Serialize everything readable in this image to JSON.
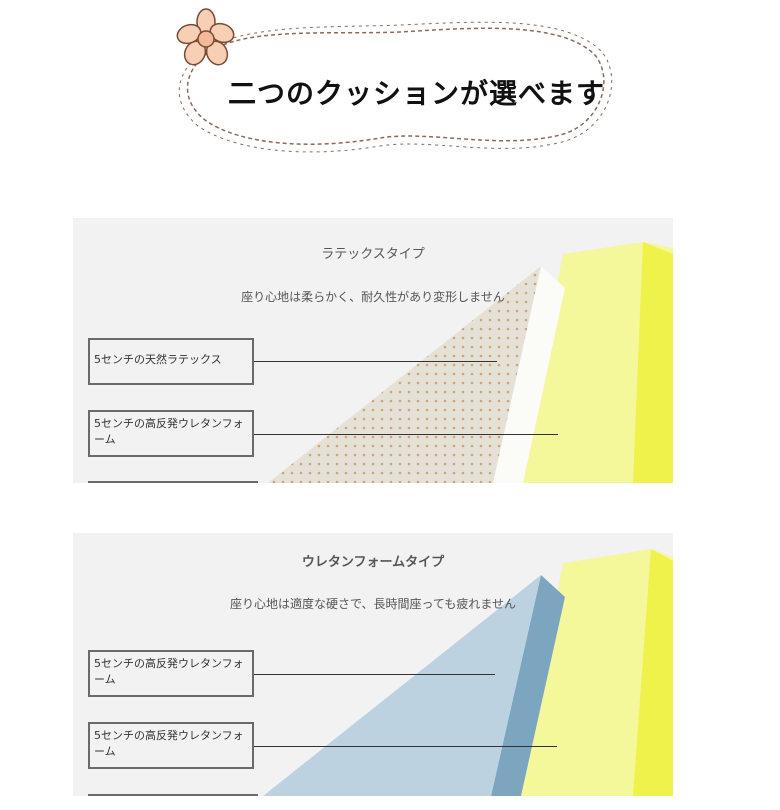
{
  "hero": {
    "title": "二つのクッションが選べます",
    "flower_icon": "flower-icon",
    "colors": {
      "petal": "#f6cfb4",
      "petal_stroke": "#7a4a34",
      "dash": "#8a6a5a"
    }
  },
  "panels": [
    {
      "title": "ラテックスタイプ",
      "subtitle": "座り心地は柔らかく、耐久性があり変形しません",
      "labels": [
        "5センチの天然ラテックス",
        "5センチの高反発ウレタンフォーム"
      ],
      "colors": {
        "foam_top": "#e8e3d8",
        "foam_side": "#ffffff",
        "dots": "#c79a6a",
        "yellow": "#f4f79a",
        "yellow_edge": "#eef24a"
      }
    },
    {
      "title": "ウレタンフォームタイプ",
      "subtitle": "座り心地は適度な硬さで、長時間座っても疲れません",
      "labels": [
        "5センチの高反発ウレタンフォーム",
        "5センチの高反発ウレタンフォーム"
      ],
      "colors": {
        "foam_top": "#bcd2e0",
        "foam_side": "#7ca6bf",
        "yellow": "#f4f79a",
        "yellow_edge": "#eef24a"
      }
    }
  ]
}
